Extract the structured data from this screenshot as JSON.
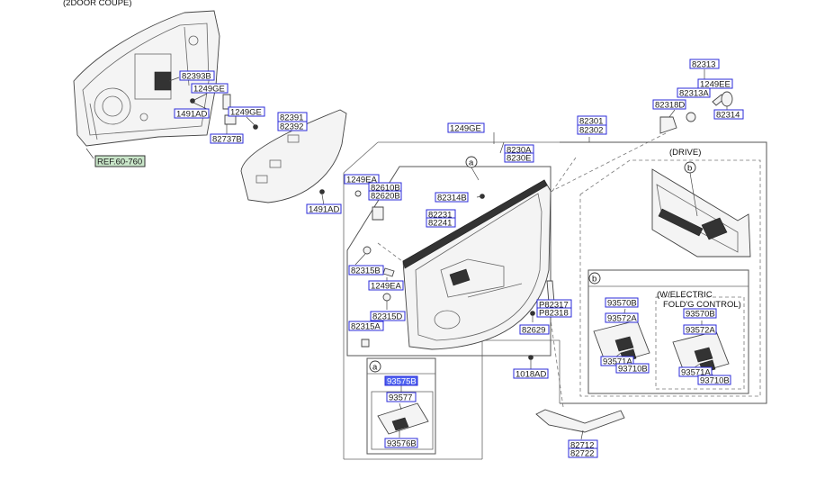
{
  "header": {
    "subtitle": "(2DOOR COUPE)"
  },
  "reference": {
    "label": "REF.60-760"
  },
  "callouts": {
    "a": "a",
    "b": "b"
  },
  "sections": {
    "drive": "(DRIVE)",
    "electric_line1": "(W/ELECTRIC",
    "electric_line2": "FOLD'G CONTROL)"
  },
  "parts": {
    "p82393B": "82393B",
    "p1249GE_a": "1249GE",
    "p1491AD_a": "1491AD",
    "p1249GE_b": "1249GE",
    "p82737B": "82737B",
    "p82391": "82391",
    "p82392": "82392",
    "p1249GE_c": "1249GE",
    "p82313_a": "82313",
    "p1249EE": "1249EE",
    "p82313A": "82313A",
    "p82318D": "82318D",
    "p82314": "82314",
    "p82301": "82301",
    "p82302": "82302",
    "p8230A": "8230A",
    "p8230E": "8230E",
    "p1249EA_a": "1249EA",
    "p82610B": "82610B",
    "p82620B": "82620B",
    "p1491AD_b": "1491AD",
    "p82314B": "82314B",
    "p82231": "82231",
    "p82241": "82241",
    "p82315B": "82315B",
    "p1249EA_b": "1249EA",
    "p82315D": "82315D",
    "p82315A": "82315A",
    "pP82317": "P82317",
    "pP82318": "P82318",
    "p82629": "82629",
    "p1018AD": "1018AD",
    "p93575B": "93575B",
    "p93577": "93577",
    "p93576B": "93576B",
    "p93570B_a": "93570B",
    "p93572A_a": "93572A",
    "p93571A_a": "93571A",
    "p93710B_a": "93710B",
    "p93570B_b": "93570B",
    "p93572A_b": "93572A",
    "p93571A_b": "93571A",
    "p93710B_b": "93710B",
    "p82712": "82712",
    "p82722": "82722"
  },
  "colors": {
    "label_border": "#2b2bd8",
    "highlight": "#4f63f0",
    "ref_fill": "#c9e6c9"
  }
}
